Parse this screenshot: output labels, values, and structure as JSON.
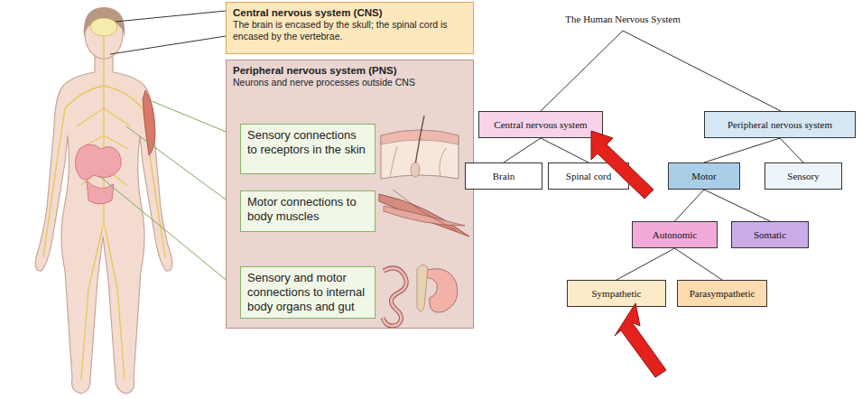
{
  "diagram": {
    "title": "The Human Nervous System",
    "nodes": [
      {
        "text": [
          "Central nervous system (CNS)",
          "The brain is encased by the skull; the spinal cord is encased by the vertebrae."
        ]
      },
      {
        "text": [
          "Peripheral nervous system (PNS)",
          "Neurons and nerve processes outside CNS"
        ]
      },
      {
        "text": [
          "Sensory connections to receptors in the skin"
        ],
        "in": 1
      },
      {
        "text": [
          "Motor connections to body muscles"
        ],
        "in": 1
      },
      {
        "text": [
          "Sensory and motor connections to internal body organs and gut"
        ],
        "in": 1
      },
      {
        "text": [
          "Central nervous system"
        ]
      },
      {
        "text": [
          "Peripheral nervous system"
        ]
      },
      {
        "text": [
          "Brain"
        ]
      },
      {
        "text": [
          "Spinal cord"
        ]
      },
      {
        "text": [
          "Motor"
        ]
      },
      {
        "text": [
          "Sensory"
        ]
      },
      {
        "text": [
          "Autonomic"
        ]
      },
      {
        "text": [
          "Somatic"
        ]
      },
      {
        "text": [
          "Sympathetic"
        ]
      },
      {
        "text": [
          "Parasympathetic"
        ]
      }
    ],
    "edges": [
      {
        "from": 5,
        "to": 7,
        "arrow": "none"
      },
      {
        "from": 5,
        "to": 8,
        "arrow": "none"
      },
      {
        "from": 6,
        "to": 9,
        "arrow": "none"
      },
      {
        "from": 6,
        "to": 10,
        "arrow": "none"
      },
      {
        "from": 9,
        "to": 11,
        "arrow": "none"
      },
      {
        "from": 9,
        "to": 12,
        "arrow": "none"
      },
      {
        "from": 11,
        "to": 13,
        "arrow": "none"
      },
      {
        "from": 11,
        "to": 14,
        "arrow": "none"
      }
    ]
  }
}
